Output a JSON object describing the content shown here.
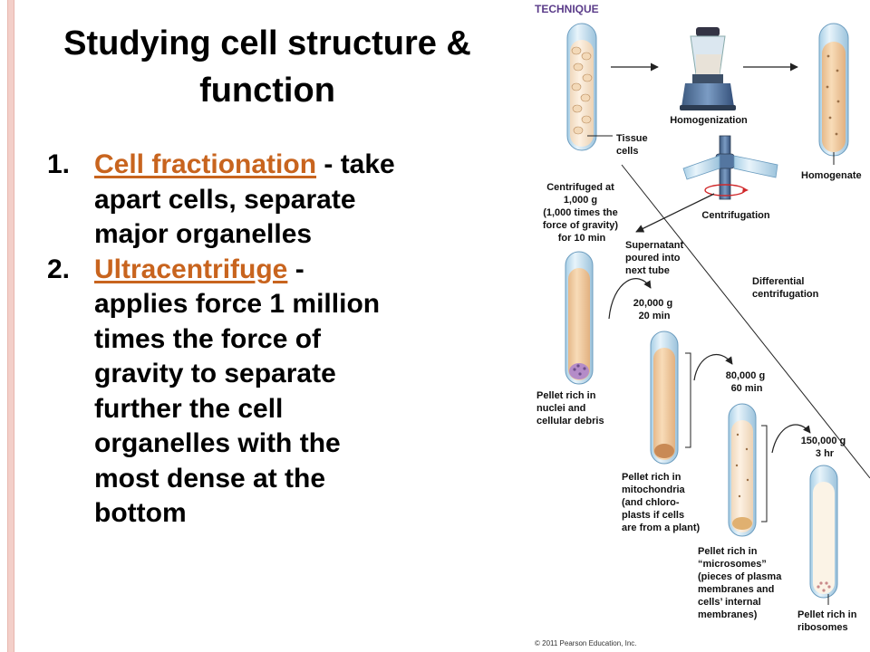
{
  "slide": {
    "title_line1": "Studying cell structure &",
    "title_line2": "function",
    "points": [
      {
        "number": "1.",
        "term": "Cell fractionation",
        "rest_first": " - take",
        "rest_lines": [
          "apart cells, separate",
          "major organelles"
        ]
      },
      {
        "number": "2.",
        "term": "Ultracentrifuge",
        "rest_first": " -",
        "rest_lines": [
          "applies force 1 million",
          "times the force of",
          "gravity to separate",
          "further the cell",
          "organelles with the",
          "most dense at the",
          "bottom"
        ]
      }
    ]
  },
  "diagram": {
    "heading": "TECHNIQUE",
    "homogenization": "Homogenization",
    "tissue_cells": [
      "Tissue",
      "cells"
    ],
    "homogenate": "Homogenate",
    "centrifugation": "Centrifugation",
    "centrifuged_at": [
      "Centrifuged at",
      "1,000 g",
      "(1,000 times the",
      "force of gravity)",
      "for 10 min"
    ],
    "supernatant": [
      "Supernatant",
      "poured into",
      "next tube"
    ],
    "differential": [
      "Differential",
      "centrifugation"
    ],
    "step2": [
      "20,000 g",
      "20 min"
    ],
    "step3": [
      "80,000 g",
      "60 min"
    ],
    "step4": [
      "150,000 g",
      "3 hr"
    ],
    "pellet1": [
      "Pellet rich in",
      "nuclei and",
      "cellular debris"
    ],
    "pellet2": [
      "Pellet rich in",
      "mitochondria",
      "(and chloro-",
      "plasts if cells",
      "are from a plant)"
    ],
    "pellet3": [
      "Pellet rich in",
      "“microsomes”",
      "(pieces of plasma",
      "membranes and",
      "cells’ internal",
      "membranes)"
    ],
    "pellet4": [
      "Pellet rich in",
      "ribosomes"
    ],
    "copyright": "© 2011 Pearson Education, Inc.",
    "colors": {
      "heading": "#5b3c8a",
      "term": "#c8641e",
      "tube_fluid": "#f4d2a8",
      "pellet": "#c98a55"
    }
  }
}
